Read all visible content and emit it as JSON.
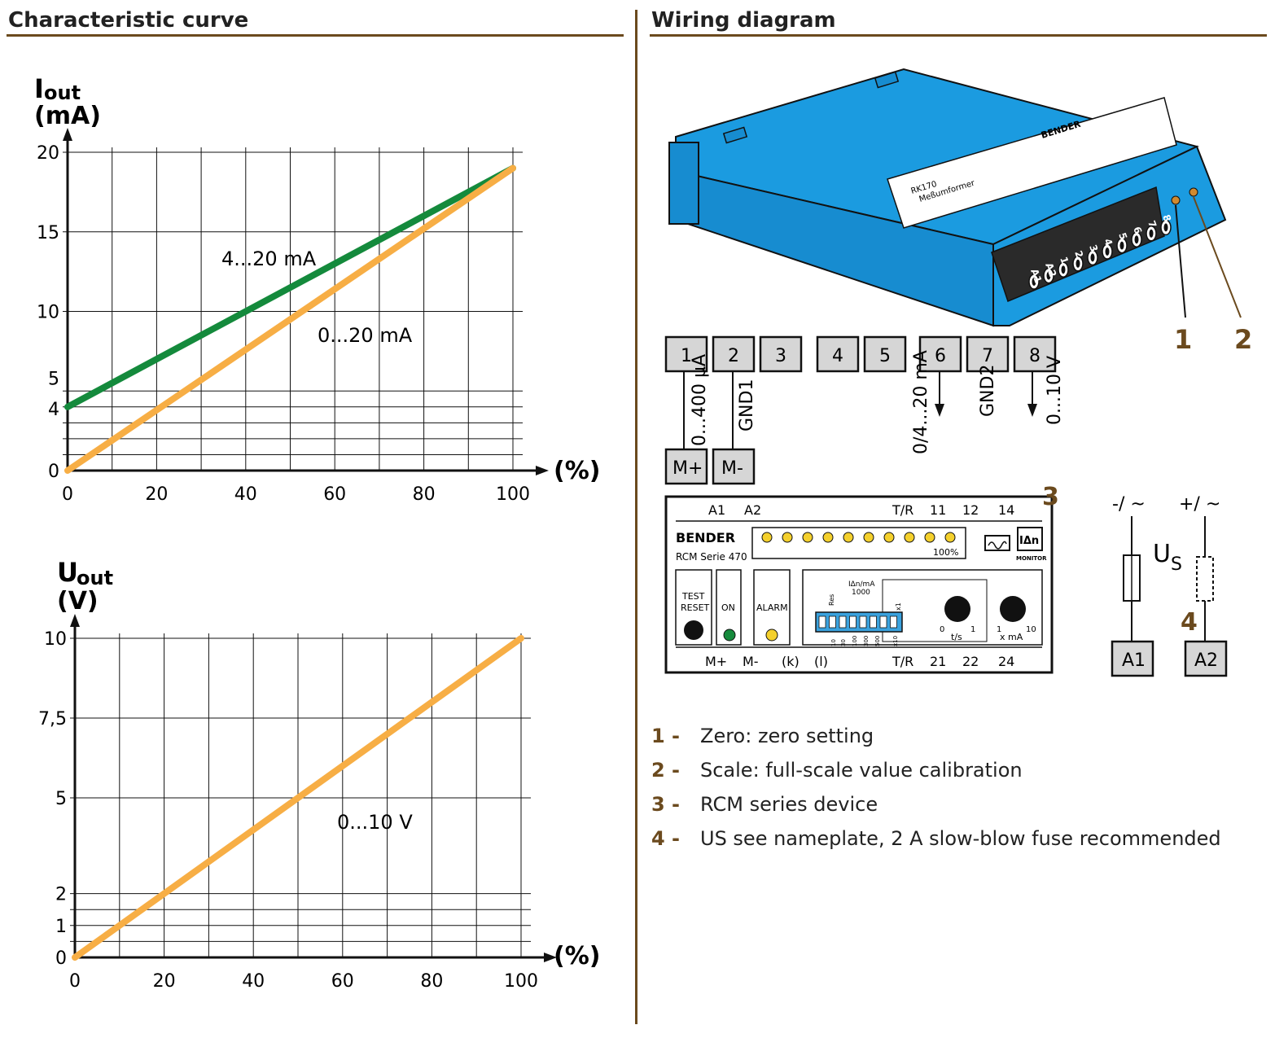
{
  "sections": {
    "left_title": "Characteristic curve",
    "right_title": "Wiring diagram"
  },
  "colors": {
    "brown": "#6b4a1e",
    "green": "#148a3c",
    "orange": "#f7ae45",
    "device_blue": "#1b9be0"
  },
  "chart_data": [
    {
      "type": "line",
      "ylabel_main": "I",
      "ylabel_sub": "out",
      "ylabel_unit": "(mA)",
      "xlabel": "(%)",
      "xlim": [
        0,
        100
      ],
      "ylim": [
        0,
        20
      ],
      "xticks": [
        "0",
        "20",
        "40",
        "60",
        "80",
        "100"
      ],
      "yticks": [
        "0",
        "4",
        "5",
        "10",
        "15",
        "20"
      ],
      "series": [
        {
          "name": "4...20 mA",
          "color": "#148a3c",
          "x": [
            0,
            100
          ],
          "y": [
            4,
            19
          ]
        },
        {
          "name": "0...20 mA",
          "color": "#f7ae45",
          "x": [
            0,
            100
          ],
          "y": [
            0,
            19
          ]
        }
      ]
    },
    {
      "type": "line",
      "ylabel_main": "U",
      "ylabel_sub": "out",
      "ylabel_unit": "(V)",
      "xlabel": "(%)",
      "xlim": [
        0,
        100
      ],
      "ylim": [
        0,
        10
      ],
      "xticks": [
        "0",
        "20",
        "40",
        "60",
        "80",
        "100"
      ],
      "yticks": [
        "0",
        "1",
        "2",
        "5",
        "7,5",
        "10"
      ],
      "series": [
        {
          "name": "0...10 V",
          "color": "#f7ae45",
          "x": [
            0,
            100
          ],
          "y": [
            0,
            10
          ]
        }
      ]
    }
  ],
  "device": {
    "label_line1": "RK170",
    "label_line2": "Meßumformer",
    "brand_mark": "BENDER",
    "terminals": [
      "A1",
      "A2",
      "1",
      "2",
      "3",
      "4",
      "5",
      "6",
      "7",
      "8"
    ],
    "callout_1": "1",
    "callout_2": "2"
  },
  "terminal_row": {
    "boxes": [
      "1",
      "2",
      "3",
      "4",
      "5",
      "6",
      "7",
      "8"
    ],
    "signal_1": "0...400 µA",
    "signal_2": "GND1",
    "signal_6": "0/4...20 mA",
    "signal_7": "GND2",
    "signal_8": "0...10 V",
    "meas_plus": "M+",
    "meas_minus": "M-"
  },
  "rcm": {
    "callout": "3",
    "top_a1": "A1",
    "top_a2": "A2",
    "top_tr": "T/R",
    "top_11": "11",
    "top_12": "12",
    "top_14": "14",
    "brand": "BENDER",
    "series": "RCM Serie 470",
    "bar_label": "100%",
    "monitor": "MONITOR",
    "idn": "IΔn",
    "test": "TEST",
    "reset": "RESET",
    "on": "ON",
    "alarm": "ALARM",
    "dip_label": "IΔn/mA",
    "dip_value": "1000",
    "dip_res": "Res",
    "dip_scale_10": "10",
    "dip_scale_30": "30",
    "dip_scale_100": "100",
    "dip_scale_300": "300",
    "dip_scale_500": "500",
    "dip_x10": "x10",
    "dip_x1": "x1",
    "knob1_min": "0",
    "knob1_max": "1",
    "knob1_label": "t/s",
    "knob2_min": "1",
    "knob2_max": "10",
    "knob2_label": "x mA",
    "bot_mplus": "M+",
    "bot_mminus": "M-",
    "bot_k": "(k)",
    "bot_l": "(l)",
    "bot_tr": "T/R",
    "bot_21": "21",
    "bot_22": "22",
    "bot_24": "24"
  },
  "supply": {
    "neg_label": "-/ ~",
    "pos_label": "+/ ~",
    "us_main": "U",
    "us_sub": "S",
    "callout": "4",
    "box_a1": "A1",
    "box_a2": "A2"
  },
  "legend": [
    {
      "num": "1 -",
      "text": "Zero: zero setting"
    },
    {
      "num": "2 -",
      "text": "Scale: full-scale value calibration"
    },
    {
      "num": "3 -",
      "text": "RCM series device"
    },
    {
      "num": "4 -",
      "text": "US see nameplate, 2 A slow-blow fuse recommended"
    }
  ]
}
